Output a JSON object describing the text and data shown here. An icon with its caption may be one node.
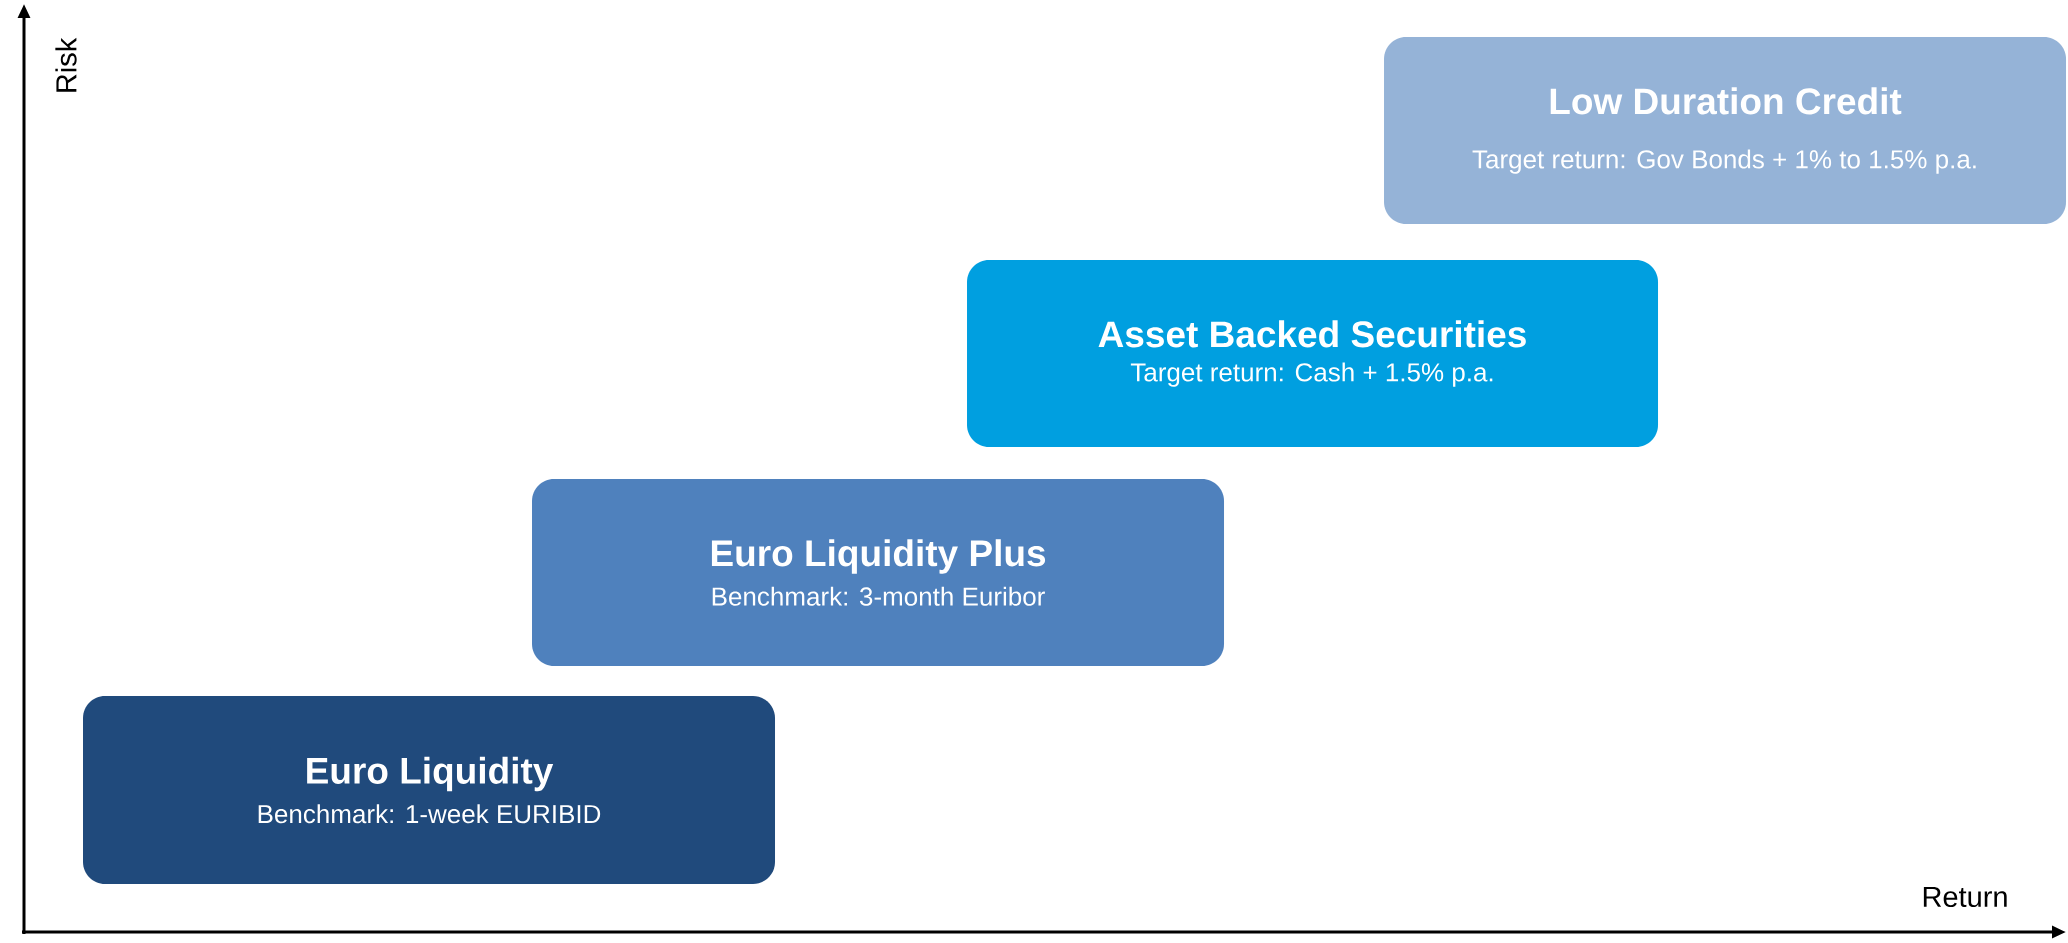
{
  "diagram": {
    "nodes": [
      {
        "text": [
          "Euro Liquidity",
          "Benchmark: 1-week EURIBID"
        ]
      },
      {
        "text": [
          "Euro Liquidity Plus",
          "Benchmark: 3-month Euribor"
        ]
      },
      {
        "text": [
          "Asset Backed Securities",
          "Target return: Cash + 1.5% p.a."
        ]
      },
      {
        "text": [
          "Low Duration Credit",
          "Target return: Gov Bonds + 1% to 1.5% p.a."
        ]
      }
    ],
    "labels": [
      "Risk",
      "Return"
    ]
  }
}
